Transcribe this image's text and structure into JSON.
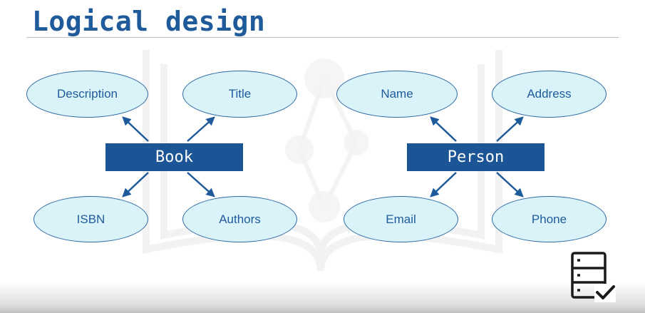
{
  "slide": {
    "title": "Logical design"
  },
  "entities": {
    "book": {
      "label": "Book",
      "attributes": {
        "description": "Description",
        "title": "Title",
        "isbn": "ISBN",
        "authors": "Authors"
      }
    },
    "person": {
      "label": "Person",
      "attributes": {
        "name": "Name",
        "address": "Address",
        "email": "Email",
        "phone": "Phone"
      }
    }
  },
  "colors": {
    "title": "#1f5a9a",
    "entity_fill": "#1c5595",
    "attribute_fill": "#d9f3f9",
    "attribute_border": "#2e6aa3",
    "arrow": "#1f5a9a"
  },
  "icons": {
    "corner": "database-check-icon"
  }
}
